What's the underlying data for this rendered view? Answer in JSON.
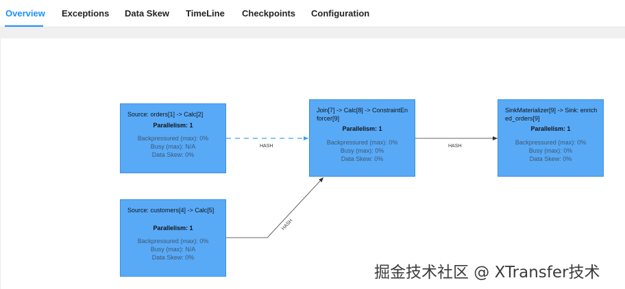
{
  "tabs": [
    {
      "label": "Overview",
      "active": true
    },
    {
      "label": "Exceptions"
    },
    {
      "label": "Data Skew"
    },
    {
      "label": "TimeLine"
    },
    {
      "label": "Checkpoints"
    },
    {
      "label": "Configuration"
    }
  ],
  "nodes": {
    "orders": {
      "title": "Source: orders[1] -> Calc[2]",
      "parallelism": "Parallelism: 1",
      "backpressured": "Backpressured (max): 0%",
      "busy": "Busy (max): N/A",
      "data_skew": "Data Skew: 0%"
    },
    "join": {
      "title": "Join[7] -> Calc[8] -> ConstraintEnforcer[9]",
      "parallelism": "Parallelism: 1",
      "backpressured": "Backpressured (max): 0%",
      "busy": "Busy (max): 0%",
      "data_skew": "Data Skew: 0%"
    },
    "sink": {
      "title": "SinkMaterializer[9] -> Sink: enriched_orders[9]",
      "parallelism": "Parallelism: 1",
      "backpressured": "Backpressured (max): 0%",
      "busy": "Busy (max): 0%",
      "data_skew": "Data Skew: 0%"
    },
    "customers": {
      "title": "Source: customers[4] -> Calc[5]",
      "parallelism": "Parallelism: 1",
      "backpressured": "Backpressured (max): 0%",
      "busy": "Busy (max): N/A",
      "data_skew": "Data Skew: 0%"
    }
  },
  "edges": {
    "orders_join": "HASH",
    "join_sink": "HASH",
    "customers_join": "HASH"
  },
  "colors": {
    "accent": "#1890ff",
    "node_fill": "#58aaf7",
    "dashed_edge": "#3a9ff5"
  },
  "watermark": "掘金技术社区 @ XTransfer技术"
}
